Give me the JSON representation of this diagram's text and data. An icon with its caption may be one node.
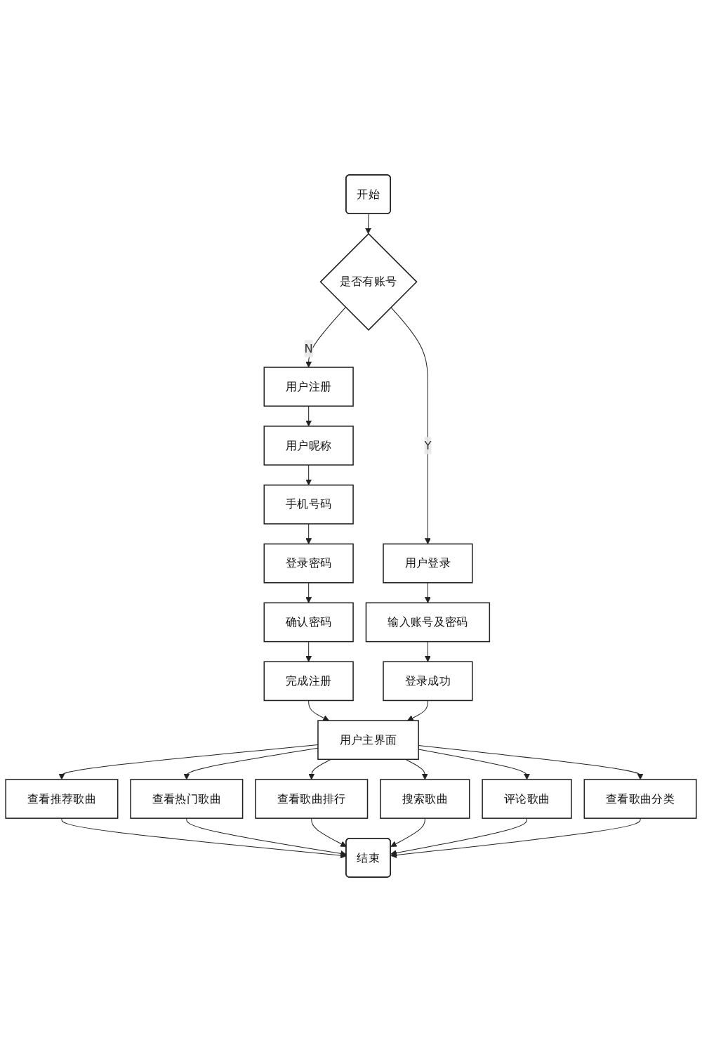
{
  "diagram": {
    "nodes": [
      {
        "text": [
          "开始"
        ]
      },
      {
        "text": [
          "是否有账号"
        ]
      },
      {
        "text": [
          "用户注册"
        ]
      },
      {
        "text": [
          "用户昵称"
        ]
      },
      {
        "text": [
          "手机号码"
        ]
      },
      {
        "text": [
          "登录密码"
        ]
      },
      {
        "text": [
          "确认密码"
        ]
      },
      {
        "text": [
          "完成注册"
        ]
      },
      {
        "text": [
          "用户登录"
        ]
      },
      {
        "text": [
          "输入账号及密码"
        ]
      },
      {
        "text": [
          "登录成功"
        ]
      },
      {
        "text": [
          "用户主界面"
        ]
      },
      {
        "text": [
          "查看推荐歌曲"
        ]
      },
      {
        "text": [
          "查看热门歌曲"
        ]
      },
      {
        "text": [
          "查看歌曲排行"
        ]
      },
      {
        "text": [
          "搜索歌曲"
        ]
      },
      {
        "text": [
          "评论歌曲"
        ]
      },
      {
        "text": [
          "查看歌曲分类"
        ]
      },
      {
        "text": [
          "结束"
        ]
      }
    ],
    "edges": [
      {
        "from": 0,
        "to": 1,
        "arrow": "to"
      },
      {
        "from": 1,
        "to": 2,
        "arrow": "to",
        "label": "N"
      },
      {
        "from": 1,
        "to": 8,
        "arrow": "to",
        "label": "Y"
      },
      {
        "from": 2,
        "to": 3,
        "arrow": "to"
      },
      {
        "from": 3,
        "to": 4,
        "arrow": "to"
      },
      {
        "from": 4,
        "to": 5,
        "arrow": "to"
      },
      {
        "from": 5,
        "to": 6,
        "arrow": "to"
      },
      {
        "from": 6,
        "to": 7,
        "arrow": "to"
      },
      {
        "from": 8,
        "to": 9,
        "arrow": "to"
      },
      {
        "from": 9,
        "to": 10,
        "arrow": "to"
      },
      {
        "from": 7,
        "to": 11,
        "arrow": "to"
      },
      {
        "from": 10,
        "to": 11,
        "arrow": "to"
      },
      {
        "from": 11,
        "to": 12,
        "arrow": "to"
      },
      {
        "from": 11,
        "to": 13,
        "arrow": "to"
      },
      {
        "from": 11,
        "to": 14,
        "arrow": "to"
      },
      {
        "from": 11,
        "to": 15,
        "arrow": "to"
      },
      {
        "from": 11,
        "to": 16,
        "arrow": "to"
      },
      {
        "from": 11,
        "to": 17,
        "arrow": "to"
      },
      {
        "from": 12,
        "to": 18,
        "arrow": "to"
      },
      {
        "from": 13,
        "to": 18,
        "arrow": "to"
      },
      {
        "from": 14,
        "to": 18,
        "arrow": "to"
      },
      {
        "from": 15,
        "to": 18,
        "arrow": "to"
      },
      {
        "from": 16,
        "to": 18,
        "arrow": "to"
      },
      {
        "from": 17,
        "to": 18,
        "arrow": "to"
      }
    ]
  }
}
